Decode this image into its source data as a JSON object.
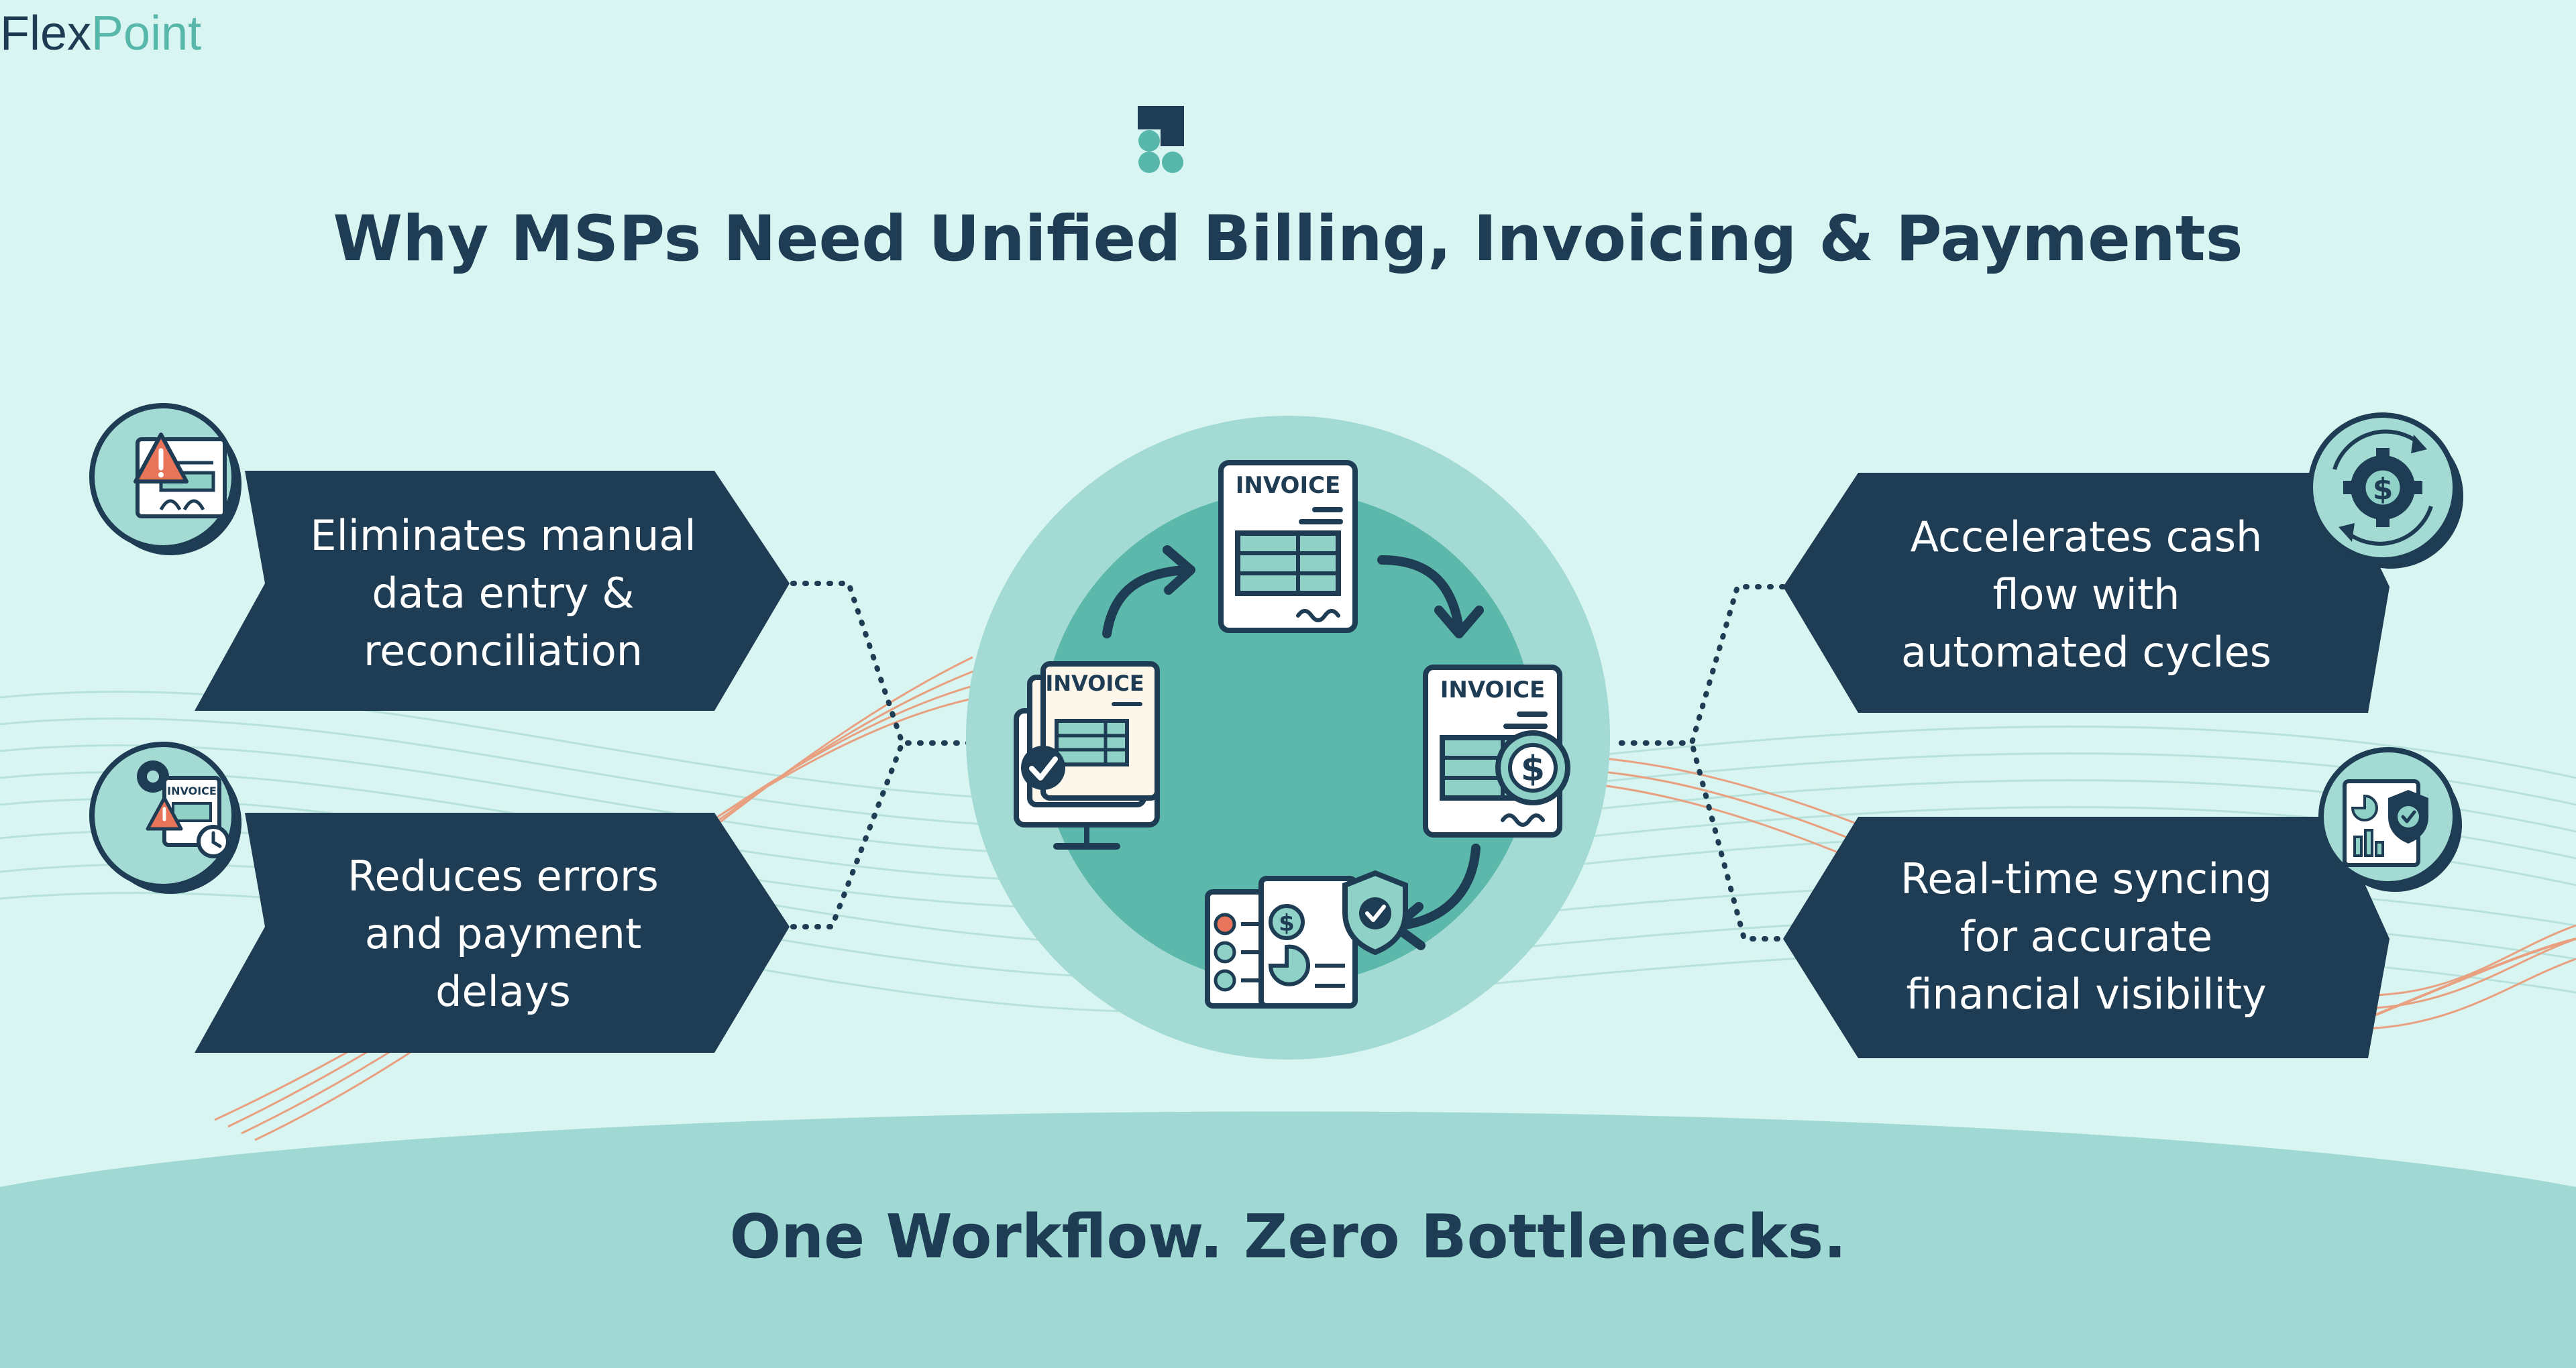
{
  "brand": {
    "name_part1": "Flex",
    "name_part2": "Point"
  },
  "title": "Why MSPs Need Unified Billing, Invoicing & Payments",
  "benefits": {
    "left_top": "Eliminates manual data entry & reconciliation",
    "left_bottom": "Reduces errors and payment delays",
    "right_top": "Accelerates cash flow with automated cycles",
    "right_bottom": "Real-time syncing for accurate financial visibility"
  },
  "cycle": {
    "invoice_label": "INVOICE",
    "steps": [
      "invoice-monitor-check",
      "invoice-document",
      "invoice-payment",
      "secured-reports"
    ]
  },
  "footer": "One Workflow. Zero Bottlenecks.",
  "colors": {
    "background": "#d9f5f1",
    "navy": "#1e3d54",
    "teal": "#56b7aa",
    "circle_outer": "#a3dbd4",
    "circle_inner": "#5cb8ab",
    "wave_orange": "#e8a080",
    "ground": "#a0d9d3"
  }
}
